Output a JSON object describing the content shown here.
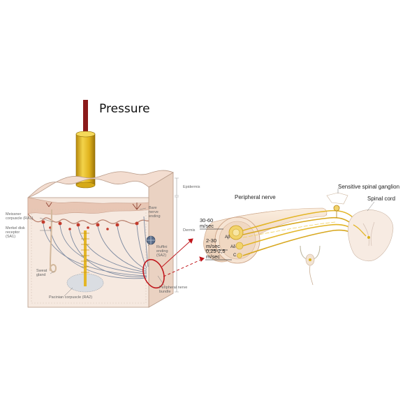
{
  "labels": {
    "pressure": "Pressure",
    "epidermis": "Epidermis",
    "dermis": "Dermis",
    "meissner": "Meissner corpuscle (RA1)",
    "merkel": "Merkel disk receptor (SA1)",
    "sweat": "Sweat gland",
    "pacinian": "Pacinian corpuscle (RA2)",
    "bare": "Bare nerve ending",
    "ruffini": "Ruffini ending (SA2)",
    "bundle": "Peripheral nerve bundle",
    "peripheral_nerve": "Peripheral nerve",
    "ganglion": "Sensitive spinal ganglion",
    "spinal_cord": "Spinal cord",
    "speed1": "30-60 m/sec",
    "speed2": "2-30 m/sec",
    "speed3": "0,25-2,5 m/sec",
    "fiber1": "Aβ",
    "fiber2": "Aδ",
    "fiber3": "C"
  },
  "colors": {
    "arrow": "#8b1a1a",
    "probe": "#d9b21c",
    "skin": "#f4e2d6",
    "nerve": "#e8c25a",
    "highlight": "#c0161c"
  }
}
